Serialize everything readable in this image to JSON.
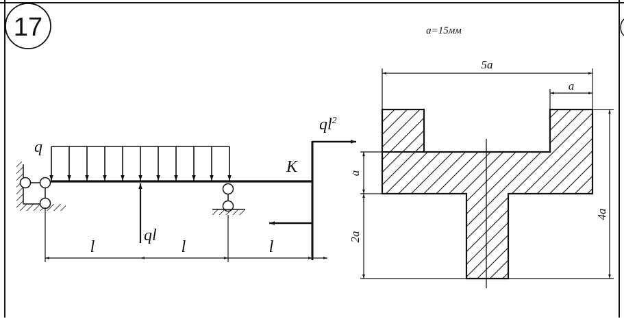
{
  "problem": {
    "number": "17",
    "given": "a=15мм"
  },
  "beam": {
    "distributed_load_label": "q",
    "point_force_label": "ql",
    "moment_label": "ql²",
    "moment_label_base": "ql",
    "moment_label_exp": "2",
    "point_label": "K",
    "spans": [
      "l",
      "l",
      "l"
    ],
    "distributed_load_arrow_count": 11
  },
  "section": {
    "dims": {
      "total_width": "5a",
      "flange_width": "a",
      "flange_thickness": "a",
      "web_height": "2a",
      "total_height": "4a"
    },
    "hatch": "diagonal"
  },
  "colors": {
    "ink": "#111111",
    "background": "#ffffff"
  }
}
